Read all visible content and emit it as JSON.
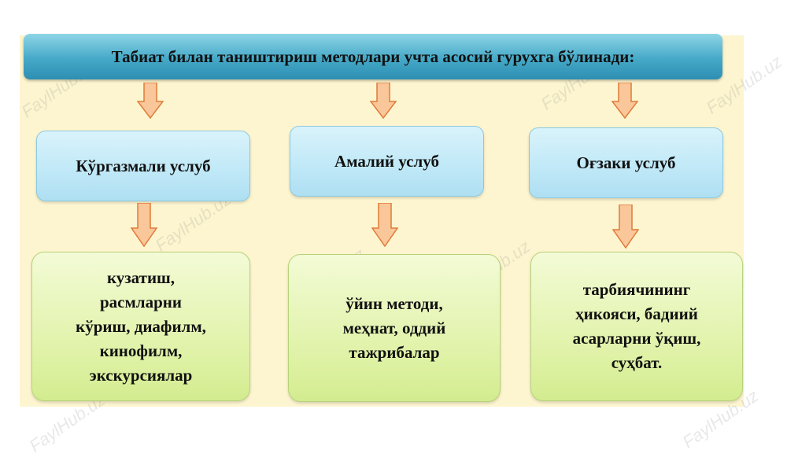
{
  "title": "Табиат билан таништириш методлари учта асосий гурухга бўлинади:",
  "methods": [
    {
      "name": "Кўргазмали услуб",
      "description": "кузатиш,\nрасмларни\nкўриш, диафилм,\nкинофилм,\nэкскурсиялар"
    },
    {
      "name": "Амалий услуб",
      "description": "ўйин методи,\nмеҳнат, оддий\nтажрибалар"
    },
    {
      "name": "Оғзаки услуб",
      "description": "тарбиячининг\nҳикояси, бадиий\nасарларни ўқиш,\nсуҳбат."
    }
  ],
  "watermark": "FaylHub.uz",
  "colors": {
    "arrow_fill": "#f9c79a",
    "arrow_stroke": "#e07b3a"
  }
}
